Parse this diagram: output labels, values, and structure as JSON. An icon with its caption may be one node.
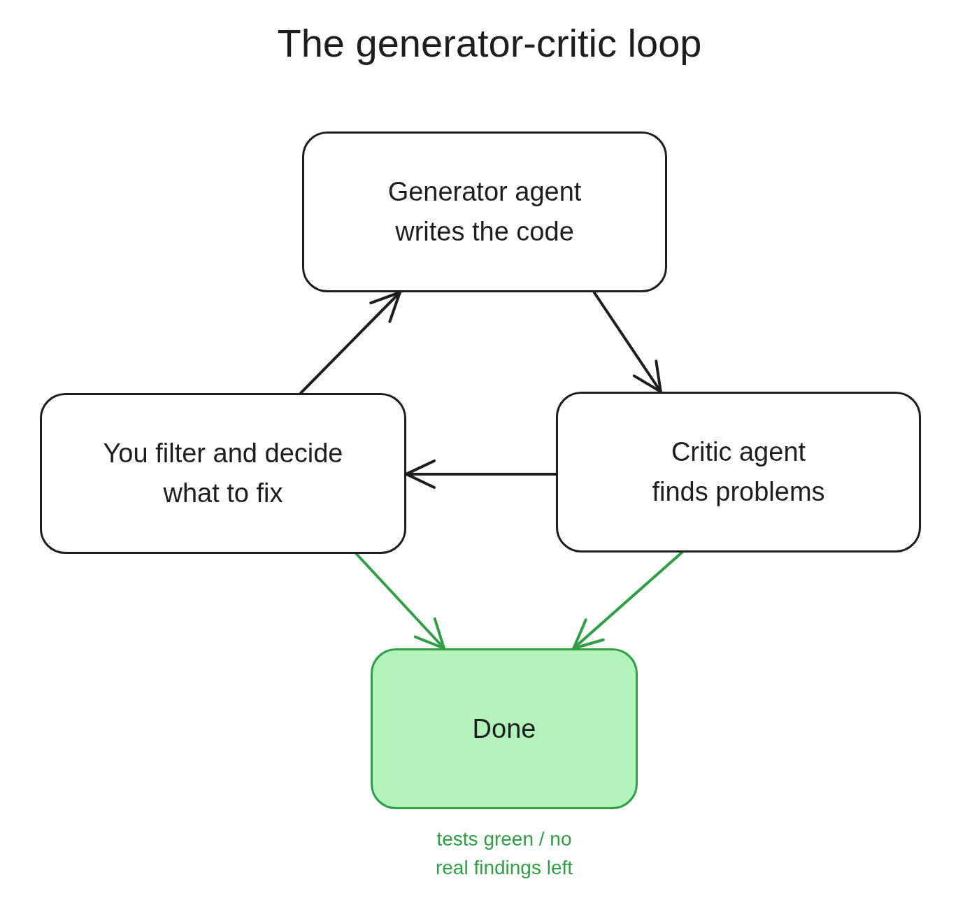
{
  "diagram": {
    "title": "The generator-critic loop",
    "nodes": [
      {
        "text": [
          "Generator agent writes the code"
        ]
      },
      {
        "text": [
          "Critic agent finds problems"
        ]
      },
      {
        "text": [
          "You filter and decide what to fix"
        ]
      },
      {
        "text": [
          "Done"
        ],
        "beside": [
          "tests green / no real findings left"
        ]
      }
    ],
    "edges": [
      {
        "from": 0,
        "to": 1,
        "arrow": "to"
      },
      {
        "from": 1,
        "to": 2,
        "arrow": "to"
      },
      {
        "from": 2,
        "to": 0,
        "arrow": "to"
      },
      {
        "from": 2,
        "to": 3,
        "arrow": "to",
        "color": "#2f9e44"
      },
      {
        "from": 1,
        "to": 3,
        "arrow": "to",
        "color": "#2f9e44"
      }
    ]
  }
}
